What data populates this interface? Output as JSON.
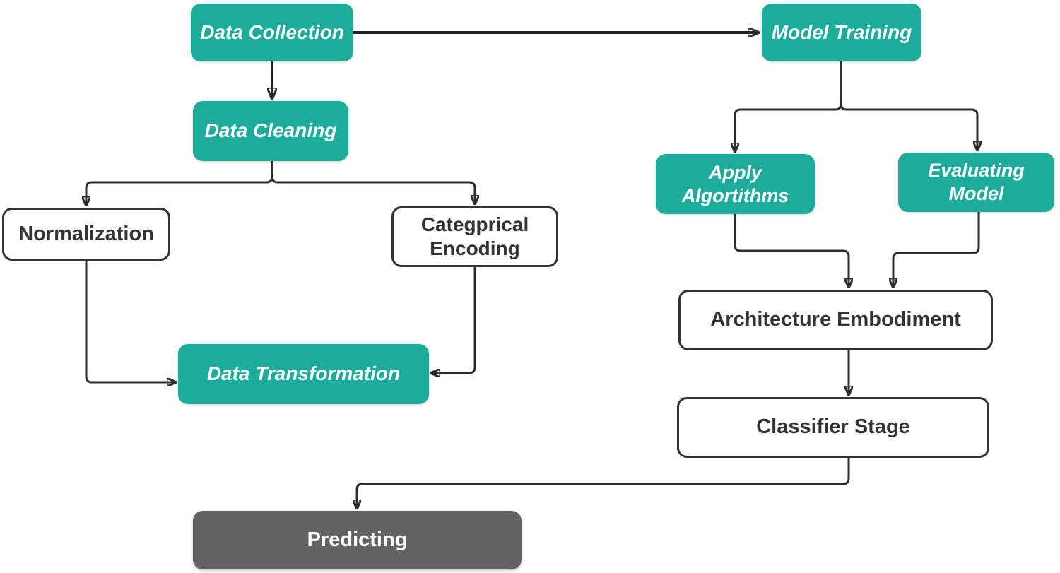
{
  "colors": {
    "teal": "#1dac9c",
    "gray": "#636363",
    "line": "#2e2e2e",
    "dark_text": "#333333",
    "light_text": "#ffffff",
    "background": "#ffffff"
  },
  "nodes": {
    "data_collection": {
      "label": "Data Collection",
      "style": "teal"
    },
    "model_training": {
      "label": "Model Training",
      "style": "teal"
    },
    "data_cleaning": {
      "label": "Data Cleaning",
      "style": "teal"
    },
    "normalization": {
      "label": "Normalization",
      "style": "white-outline"
    },
    "categorical_encoding": {
      "label": "Categprical\nEncoding",
      "style": "white-outline"
    },
    "apply_algorithms": {
      "label": "Apply\nAlgortithms",
      "style": "teal"
    },
    "evaluating_model": {
      "label": "Evaluating\nModel",
      "style": "teal"
    },
    "data_transformation": {
      "label": "Data Transformation",
      "style": "teal"
    },
    "architecture_embodiment": {
      "label": "Architecture Embodiment",
      "style": "white-outline"
    },
    "classifier_stage": {
      "label": "Classifier Stage",
      "style": "white-outline"
    },
    "predicting": {
      "label": "Predicting",
      "style": "gray"
    }
  },
  "edges": [
    {
      "from": "data_collection",
      "to": "model_training"
    },
    {
      "from": "data_collection",
      "to": "data_cleaning"
    },
    {
      "from": "data_cleaning",
      "to": "normalization"
    },
    {
      "from": "data_cleaning",
      "to": "categorical_encoding"
    },
    {
      "from": "normalization",
      "to": "data_transformation"
    },
    {
      "from": "categorical_encoding",
      "to": "data_transformation"
    },
    {
      "from": "model_training",
      "to": "apply_algorithms"
    },
    {
      "from": "model_training",
      "to": "evaluating_model"
    },
    {
      "from": "apply_algorithms",
      "to": "architecture_embodiment"
    },
    {
      "from": "evaluating_model",
      "to": "architecture_embodiment"
    },
    {
      "from": "architecture_embodiment",
      "to": "classifier_stage"
    },
    {
      "from": "classifier_stage",
      "to": "predicting"
    }
  ]
}
